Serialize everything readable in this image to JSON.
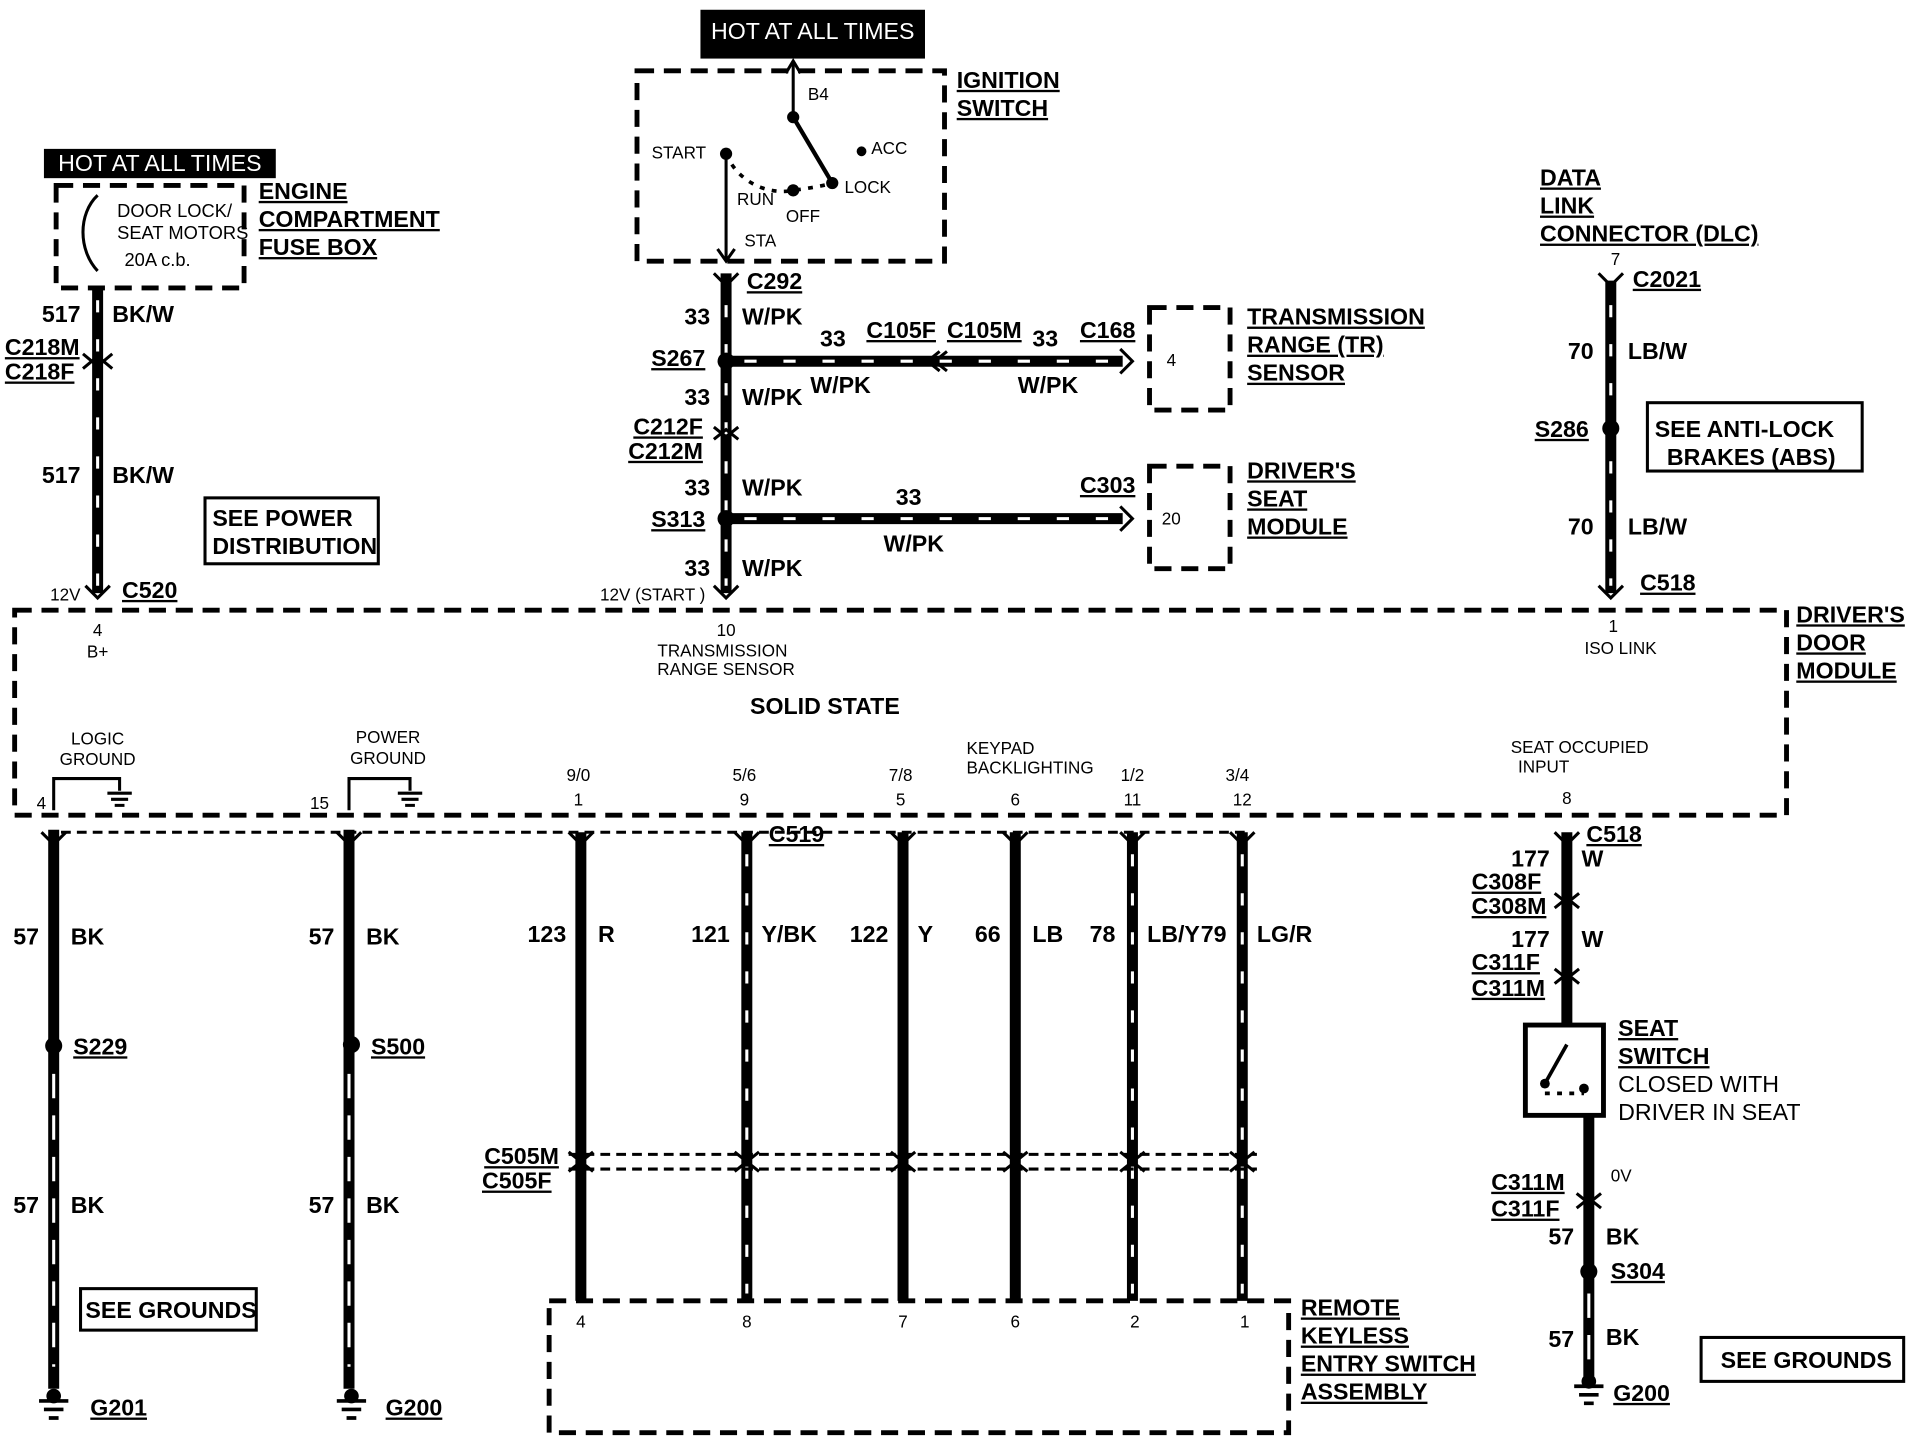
{
  "hot_label": "HOT AT ALL TIMES",
  "fuse_box": {
    "title": [
      "ENGINE",
      "COMPARTMENT",
      "FUSE BOX"
    ],
    "fuse": [
      "DOOR LOCK/",
      "SEAT MOTORS",
      "20A c.b."
    ]
  },
  "ignition_switch": {
    "title": [
      "IGNITION",
      "SWITCH"
    ],
    "positions": {
      "b4": "B4",
      "acc": "ACC",
      "start": "START",
      "lock": "LOCK",
      "run": "RUN",
      "off": "OFF",
      "sta": "STA"
    }
  },
  "dlc": {
    "title": [
      "DATA",
      "LINK",
      "CONNECTOR (DLC)"
    ],
    "pin": "7",
    "connector": "C2021"
  },
  "tr_sensor": {
    "title": [
      "TRANSMISSION",
      "RANGE (TR)",
      "SENSOR"
    ],
    "pin": "4"
  },
  "seat_module": {
    "title": [
      "DRIVER'S",
      "SEAT",
      "MODULE"
    ],
    "pin": "20"
  },
  "door_module": {
    "title": [
      "DRIVER'S",
      "DOOR",
      "MODULE"
    ],
    "solid_state": "SOLID STATE"
  },
  "rke": {
    "title": [
      "REMOTE",
      "KEYLESS",
      "ENTRY SWITCH",
      "ASSEMBLY"
    ]
  },
  "seat_switch": {
    "title": [
      "SEAT",
      "SWITCH"
    ],
    "desc": [
      "CLOSED WITH",
      "DRIVER IN SEAT"
    ]
  },
  "see_boxes": {
    "power": [
      "SEE POWER",
      "DISTRIBUTION"
    ],
    "abs": [
      "SEE ANTI-LOCK",
      "BRAKES (ABS)"
    ],
    "grounds": "SEE GROUNDS"
  },
  "circuits": {
    "c517": "517",
    "bkw": "BK/W",
    "c33": "33",
    "wpk": "W/PK",
    "c70": "70",
    "lbw": "LB/W",
    "c57": "57",
    "bk": "BK",
    "c123": "123",
    "r": "R",
    "c121": "121",
    "ybk": "Y/BK",
    "c122": "122",
    "y": "Y",
    "c66": "66",
    "lb": "LB",
    "c78": "78",
    "lby": "LB/Y",
    "c79": "79",
    "lgr": "LG/R",
    "c177": "177",
    "w": "W"
  },
  "connectors": {
    "c218m": "C218M",
    "c218f": "C218F",
    "c520": "C520",
    "c292": "C292",
    "s267": "S267",
    "c105f": "C105F",
    "c105m": "C105M",
    "c168": "C168",
    "c212f": "C212F",
    "c212m": "C212M",
    "s313": "S313",
    "c303": "C303",
    "s286": "S286",
    "c518": "C518",
    "c519": "C519",
    "c505m": "C505M",
    "c505f": "C505F",
    "s229": "S229",
    "s500": "S500",
    "g201": "G201",
    "g200": "G200",
    "c308f": "C308F",
    "c308m": "C308M",
    "c311f": "C311F",
    "c311m": "C311M",
    "s304": "S304"
  },
  "module_pins": {
    "p4": {
      "num": "4",
      "name": "B+",
      "volt": "12V"
    },
    "p10": {
      "num": "10",
      "name1": "TRANSMISSION",
      "name2": "RANGE SENSOR",
      "volt": "12V (START )"
    },
    "p1": {
      "num": "1",
      "name": "ISO LINK"
    },
    "logic": {
      "num": "4",
      "name1": "LOGIC",
      "name2": "GROUND"
    },
    "power": {
      "num": "15",
      "name1": "POWER",
      "name2": "GROUND"
    },
    "r1": {
      "state": "9/0",
      "num": "1"
    },
    "r9": {
      "state": "5/6",
      "num": "9"
    },
    "r5": {
      "state": "7/8",
      "num": "5"
    },
    "r6": {
      "name1": "KEYPAD",
      "name2": "BACKLIGHTING",
      "num": "6"
    },
    "r11": {
      "state": "1/2",
      "num": "11"
    },
    "r12": {
      "state": "3/4",
      "num": "12"
    },
    "r8": {
      "name1": "SEAT  OCCUPIED",
      "name2": "INPUT",
      "num": "8"
    }
  },
  "rke_pins": [
    "4",
    "8",
    "7",
    "6",
    "2",
    "1"
  ],
  "volt_0v": "0V"
}
